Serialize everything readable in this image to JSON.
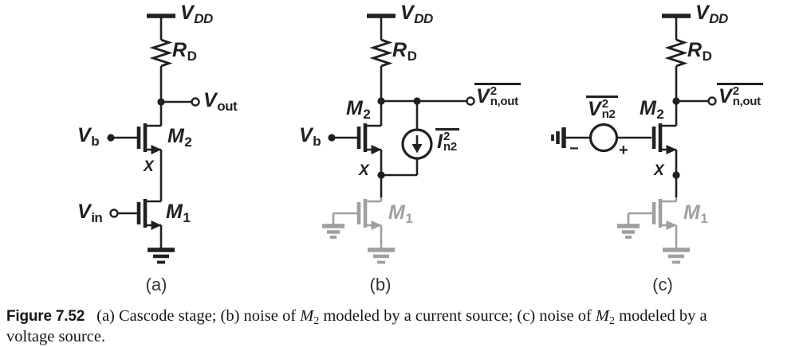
{
  "colors": {
    "ink": "#231f20",
    "gray": "#9d9fa2",
    "background": "#ffffff"
  },
  "panels": {
    "a": {
      "tag": "(a)",
      "vdd": {
        "base": "V",
        "sub": "DD"
      },
      "rd": {
        "base": "R",
        "sub": "D"
      },
      "vout": {
        "base": "V",
        "sub": "out"
      },
      "vb": {
        "base": "V",
        "sub": "b"
      },
      "m2": {
        "base": "M",
        "sub": "2"
      },
      "x": "X",
      "vin": {
        "base": "V",
        "sub": "in"
      },
      "m1": {
        "base": "M",
        "sub": "1"
      }
    },
    "b": {
      "tag": "(b)",
      "vdd": {
        "base": "V",
        "sub": "DD"
      },
      "rd": {
        "base": "R",
        "sub": "D"
      },
      "vnout": {
        "base": "V",
        "sup": "2",
        "sub": "n,out"
      },
      "m2": {
        "base": "M",
        "sub": "2"
      },
      "vb": {
        "base": "V",
        "sub": "b"
      },
      "in2": {
        "base": "I",
        "sup": "2",
        "sub": "n2"
      },
      "x": "X",
      "m1": {
        "base": "M",
        "sub": "1"
      }
    },
    "c": {
      "tag": "(c)",
      "vdd": {
        "base": "V",
        "sub": "DD"
      },
      "rd": {
        "base": "R",
        "sub": "D"
      },
      "vnout": {
        "base": "V",
        "sup": "2",
        "sub": "n,out"
      },
      "vn2": {
        "base": "V",
        "sup": "2",
        "sub": "n2"
      },
      "m2": {
        "base": "M",
        "sub": "2"
      },
      "x": "X",
      "m1": {
        "base": "M",
        "sub": "1"
      },
      "minus": "−",
      "plus": "+"
    }
  },
  "caption": {
    "label": "Figure 7.52",
    "s1": "(a) Cascode stage; (b) noise of ",
    "m_base": "M",
    "m_sub": "2",
    "s2": " modeled by a current source; (c) noise of ",
    "s3": " modeled by a",
    "line2": "voltage source."
  }
}
